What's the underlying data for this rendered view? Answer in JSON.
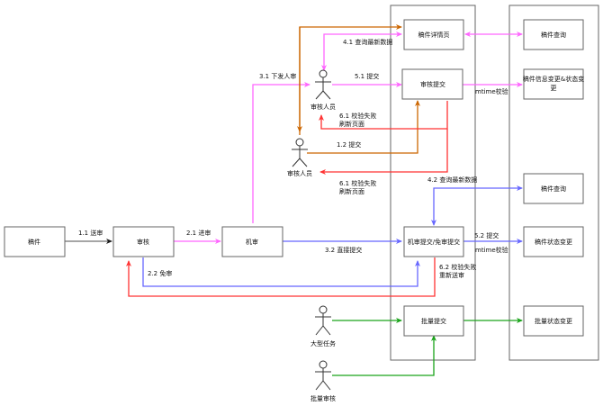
{
  "colors": {
    "gray": "#4d4d4d",
    "pink": "#ff66ff",
    "orange": "#cc6600",
    "red": "#ff3333",
    "blue": "#6666ff",
    "green": "#1aa31a"
  },
  "nodes": {
    "manuscript": "稿件",
    "review": "审核",
    "machine_review": "机审",
    "detail_page": "稿件详情页",
    "review_submit": "审核提交",
    "machine_submit": "机审提交/免审提交",
    "batch_submit": "批量提交",
    "query_1": "稿件查询",
    "info_change": "稿件信息变更&状态变更",
    "query_2": "稿件查询",
    "status_change": "稿件状态变更",
    "batch_status_change": "批量状态变更"
  },
  "actors": {
    "reviewer_1": "审核人员",
    "reviewer_2": "审核人员",
    "big_task": "大型任务",
    "batch_review": "批量审核"
  },
  "edges": {
    "e1_1": "1.1 送审",
    "e2_1": "2.1 进审",
    "e2_2": "2.2 免审",
    "e3_1": "3.1 下发人审",
    "e3_2": "3.2 直接提交",
    "e4_1": "4.1 查询最新数据",
    "e4_2": "4.2 查询最新数据",
    "e5_1": "5.1 提交",
    "e5_2": "5.2 提交",
    "e1_2": "1.2 提交",
    "e6_1a_l1": "6.1 校验失败",
    "e6_1a_l2": "刷新页面",
    "e6_1b_l1": "6.1 校验失败",
    "e6_1b_l2": "刷新页面",
    "e6_2_l1": "6.2 校验失败",
    "e6_2_l2": "重新送审",
    "mtime_1": "mtime校验",
    "mtime_2": "mtime校验"
  }
}
